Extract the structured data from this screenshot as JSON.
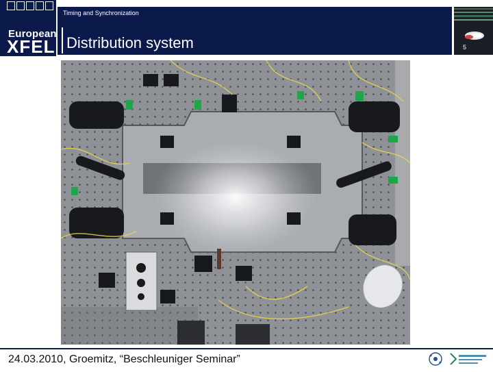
{
  "header": {
    "logo_top": "European",
    "logo_bottom": "XFEL",
    "subtitle": "Timing and Synchronization",
    "title": "Distribution system",
    "page_number": "5"
  },
  "footer": {
    "text": "24.03.2010, Groemitz, “Beschleuniger Seminar”"
  },
  "colors": {
    "brand_navy": "#0b1a4a",
    "table_grey": "#8e9196",
    "green_tape": "#1fa64a",
    "yellow_fiber": "#e8d24a"
  },
  "icons": [
    "european-xfel-logo",
    "desy-logo",
    "helmholtz-logo"
  ]
}
